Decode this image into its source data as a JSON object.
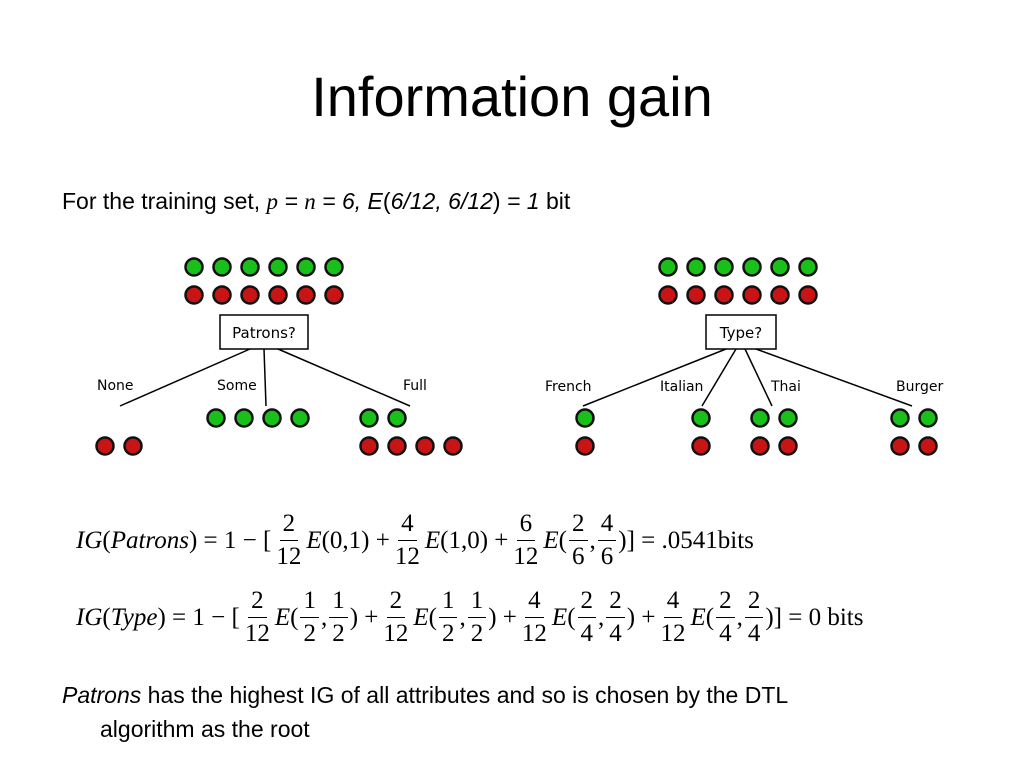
{
  "title": "Information gain",
  "subtitle": {
    "prefix": "For the training set, ",
    "p": "p",
    "eq1": " = ",
    "n": "n",
    "eq2": " = 6, E",
    "open": "(",
    "args": "6/12, 6/12",
    "close": ")",
    "eq3": " = 1",
    "suffix": " bit"
  },
  "left_tree": {
    "node_label": "Patrons?",
    "branches": [
      "None",
      "Some",
      "Full"
    ]
  },
  "right_tree": {
    "node_label": "Type?",
    "branches": [
      "French",
      "Italian",
      "Thai",
      "Burger"
    ]
  },
  "equation_patrons": {
    "lhs_ig": "IG",
    "lhs_arg": "Patrons",
    "one_minus": ") = 1 − [",
    "f1": {
      "num": "2",
      "den": "12"
    },
    "e1": "E",
    "e1_args": "(0,1) +",
    "f2": {
      "num": "4",
      "den": "12"
    },
    "e2": "E",
    "e2_args": "(1,0) +",
    "f3": {
      "num": "6",
      "den": "12"
    },
    "e3": "E",
    "f4": {
      "num": "2",
      "den": "6"
    },
    "f5": {
      "num": "4",
      "den": "6"
    },
    "result": ")] = .0541bits"
  },
  "equation_type": {
    "lhs_ig": "IG",
    "lhs_arg": "Type",
    "one_minus": ") = 1 − [",
    "terms": [
      {
        "coef": {
          "num": "2",
          "den": "12"
        },
        "a": {
          "num": "1",
          "den": "2"
        },
        "b": {
          "num": "1",
          "den": "2"
        }
      },
      {
        "coef": {
          "num": "2",
          "den": "12"
        },
        "a": {
          "num": "1",
          "den": "2"
        },
        "b": {
          "num": "1",
          "den": "2"
        }
      },
      {
        "coef": {
          "num": "4",
          "den": "12"
        },
        "a": {
          "num": "2",
          "den": "4"
        },
        "b": {
          "num": "2",
          "den": "4"
        }
      },
      {
        "coef": {
          "num": "4",
          "den": "12"
        },
        "a": {
          "num": "2",
          "den": "4"
        },
        "b": {
          "num": "2",
          "den": "4"
        }
      }
    ],
    "e": "E",
    "result": ")] = 0 bits"
  },
  "conclusion": {
    "emph": "Patrons",
    "line1_rest": " has the highest IG of all attributes and so is chosen by the DTL",
    "line2": "algorithm as the root"
  },
  "colors": {
    "positive": "#19c019",
    "negative": "#c81414"
  }
}
